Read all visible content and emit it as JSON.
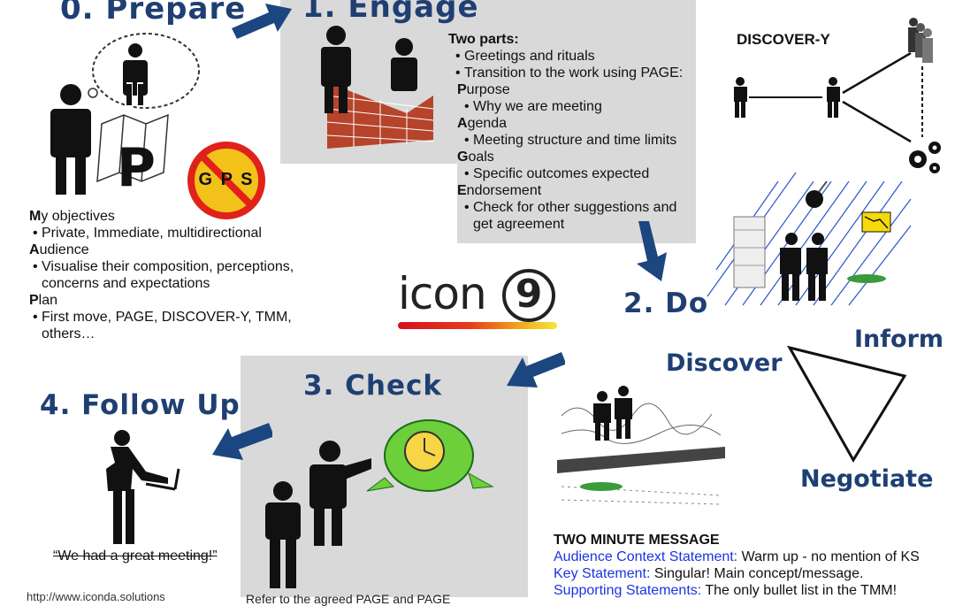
{
  "prepare": {
    "title": "0. Prepare",
    "sign_letters": "G P S",
    "person_letter": "P",
    "items": [
      {
        "initial": "M",
        "rest": "y objectives",
        "detail": "Private, Immediate, multidirectional"
      },
      {
        "initial": "A",
        "rest": "udience",
        "detail": "Visualise their composition, perceptions, concerns and expectations"
      },
      {
        "initial": "P",
        "rest": "lan",
        "detail": "First move, PAGE, DISCOVER-Y, TMM, others…"
      }
    ]
  },
  "engage": {
    "title": "1. Engage",
    "intro": "Two parts:",
    "bullets": [
      "Greetings and rituals",
      "Transition to the work using PAGE:"
    ],
    "page": [
      {
        "initial": "P",
        "rest": "urpose",
        "detail": "Why we are meeting"
      },
      {
        "initial": "A",
        "rest": "genda",
        "detail": "Meeting structure and time limits"
      },
      {
        "initial": "G",
        "rest": "oals",
        "detail": "Specific outcomes expected"
      },
      {
        "initial": "E",
        "rest": "ndorsement",
        "detail": "Check for other suggestions and get agreement"
      }
    ]
  },
  "discover_y": {
    "title": "DISCOVER-Y"
  },
  "do": {
    "title": "2. Do"
  },
  "logo": {
    "text": "icon",
    "number": "9"
  },
  "triangle": {
    "inform": "Inform",
    "discover": "Discover",
    "negotiate": "Negotiate"
  },
  "check": {
    "title": "3. Check",
    "footer": "Refer to the agreed PAGE and PAGE"
  },
  "follow_up": {
    "title": "4. Follow Up",
    "quote": "“We had a great meeting!”"
  },
  "url": "http://www.iconda.solutions",
  "tmm": {
    "title": "TWO MINUTE MESSAGE",
    "lines": [
      {
        "label": "Audience Context Statement:",
        "text": " Warm up - no mention of KS"
      },
      {
        "label": "Key Statement:",
        "text": " Singular!  Main concept/message."
      },
      {
        "label": "Supporting Statements:",
        "text": " The only bullet list in the TMM!"
      }
    ]
  },
  "colors": {
    "heading": "#1f3f73",
    "panel": "#d9d9d9",
    "arrow": "#1b4680",
    "tmm_label": "#1a35e0"
  }
}
